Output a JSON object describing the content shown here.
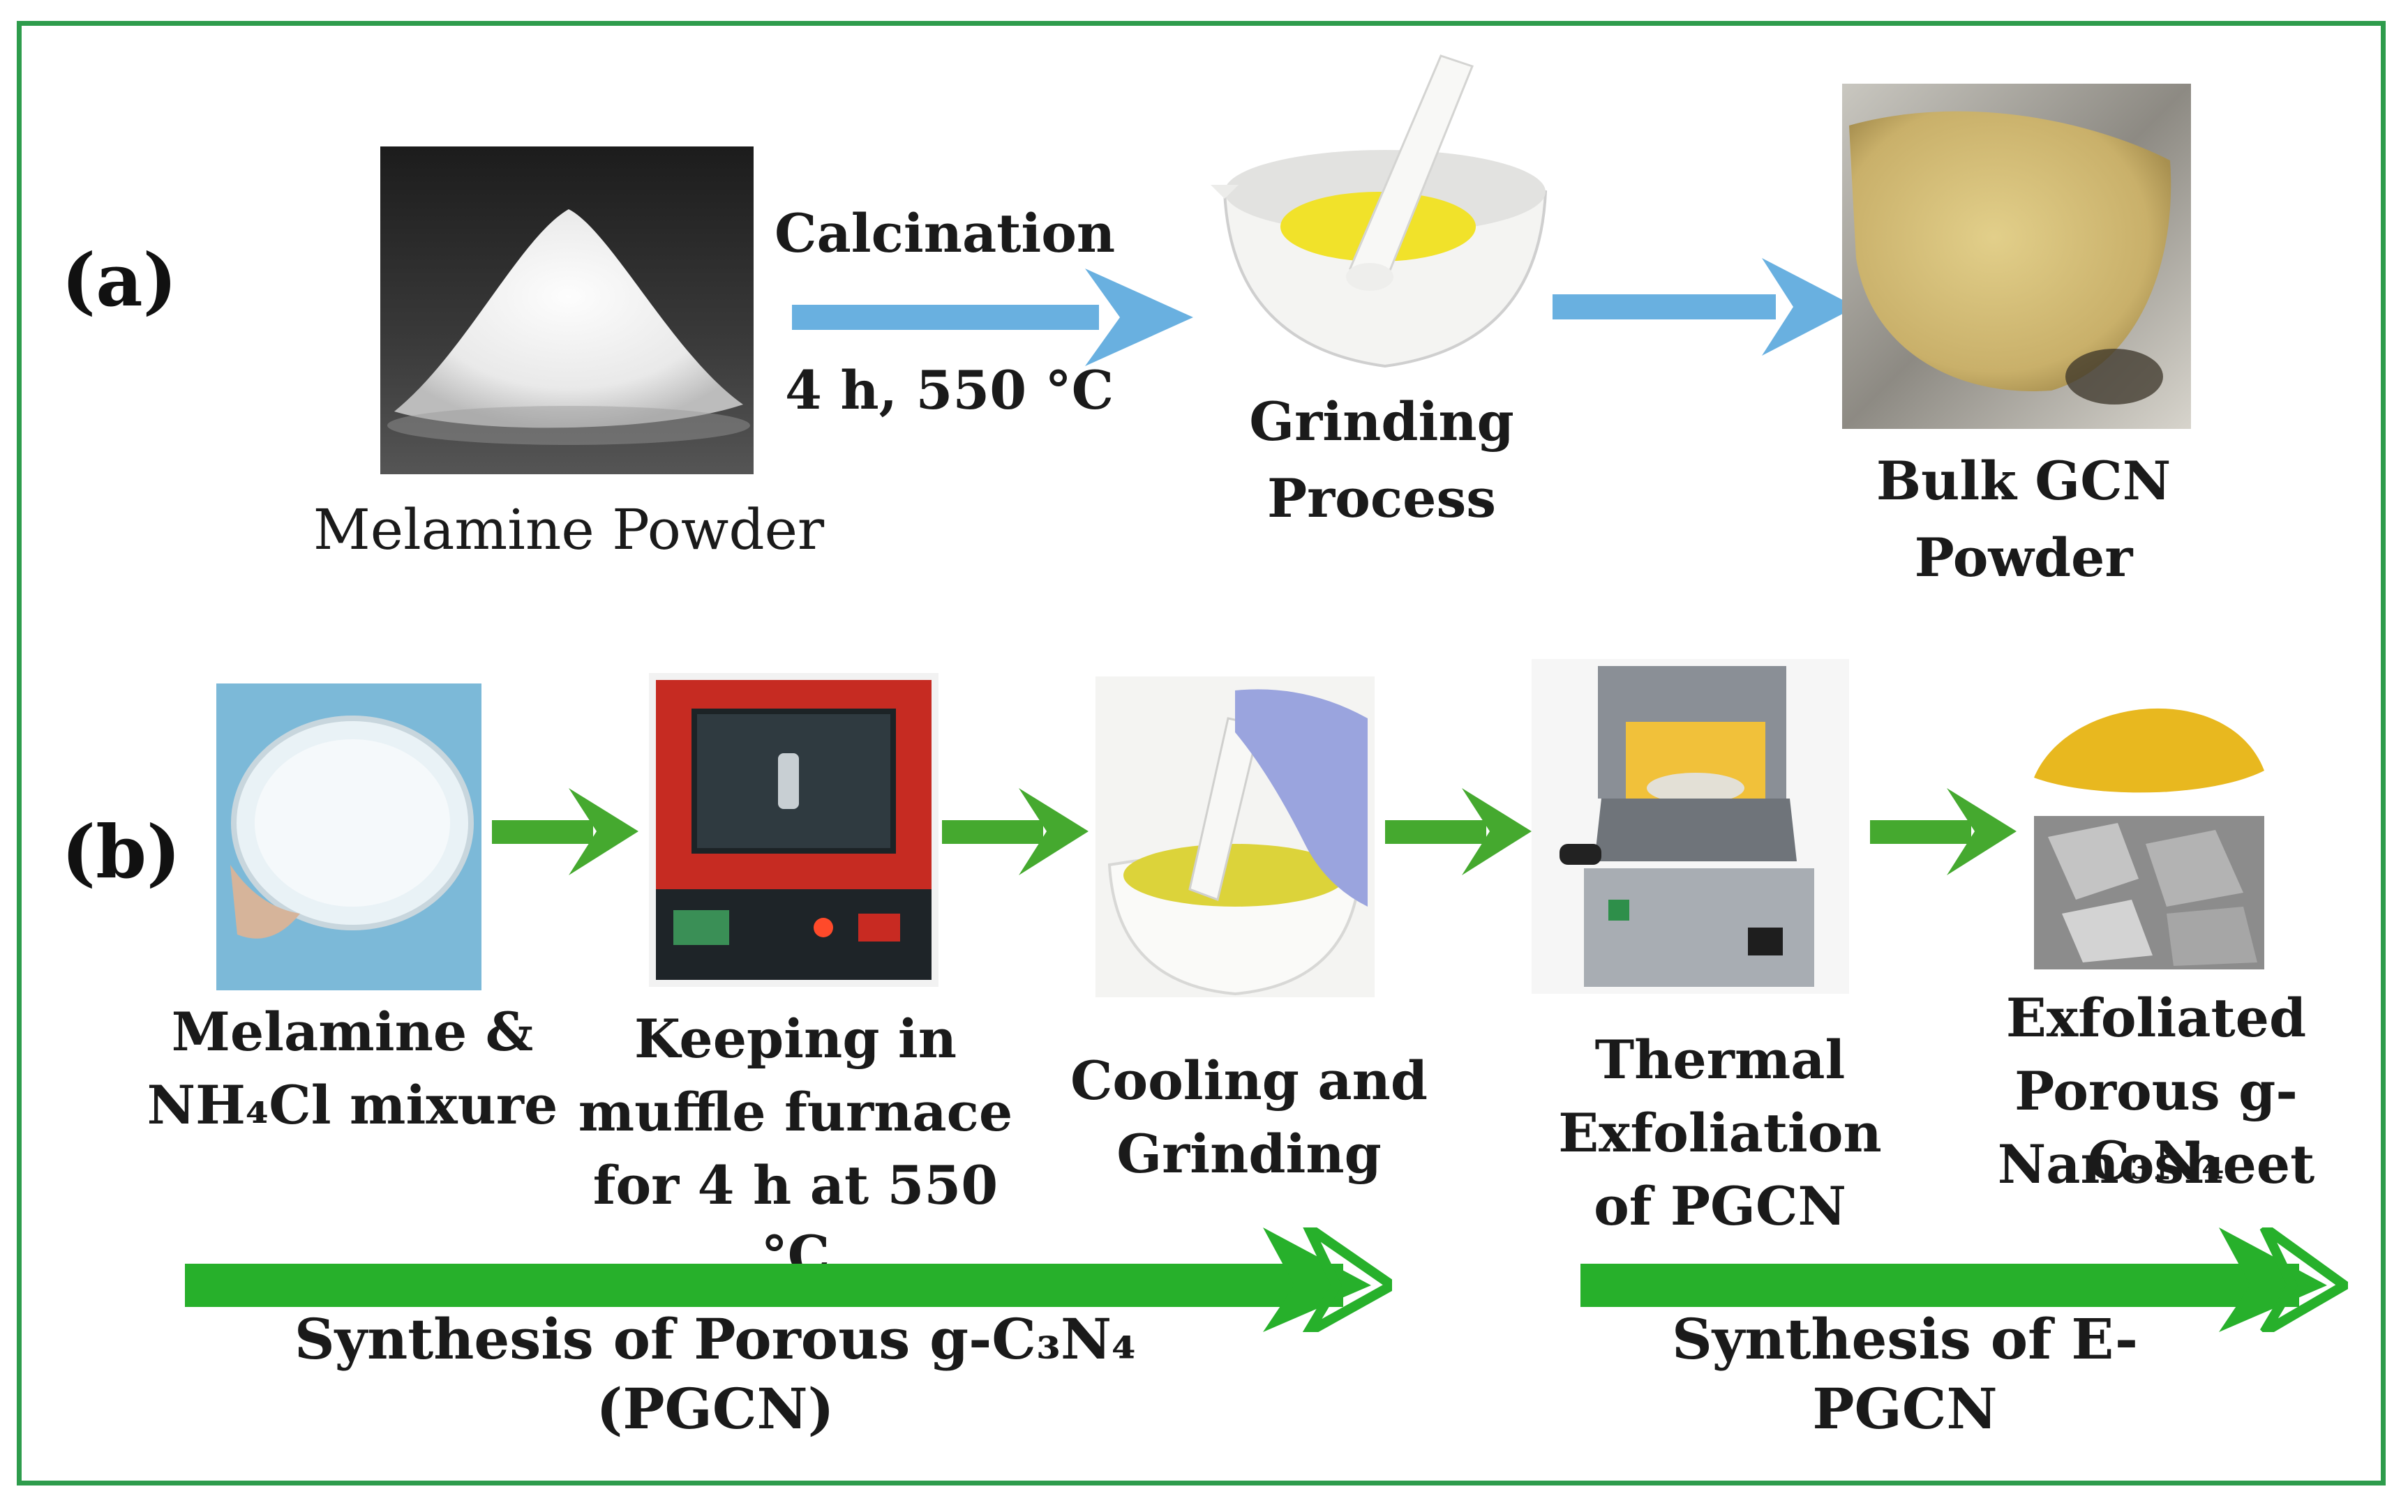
{
  "panels": {
    "a": {
      "label": "(a)",
      "melamine_label": "Melamine Powder",
      "calcination_label": "Calcination",
      "conditions_label": "4 h, 550 °C",
      "grinding_line1": "Grinding",
      "grinding_line2": "Process",
      "bulk_line1": "Bulk GCN",
      "bulk_line2": "Powder"
    },
    "b": {
      "label": "(b)",
      "step1_line1": "Melamine &",
      "step1_line2": "NH₄Cl mixure",
      "step2_line1": "Keeping in",
      "step2_line2": "muffle furnace",
      "step2_line3": "for 4 h at 550 °C",
      "step3_line1": "Cooling and",
      "step3_line2": "Grinding",
      "step4_line1": "Thermal",
      "step4_line2": "Exfoliation",
      "step4_line3": "of PGCN",
      "step5_line1": "Exfoliated",
      "step5_line2": "Porous g-C₃N₄",
      "step5_line3": "Nanosheet",
      "phase1_label": "Synthesis of Porous g-C₃N₄ (PGCN)",
      "phase2_label": "Synthesis of E-PGCN"
    }
  },
  "colors": {
    "frame": "#2e9c4c",
    "blue_arrow": "#69b0e0",
    "green_arrow": "#45a92f",
    "big_arrow": "#27b02b"
  }
}
